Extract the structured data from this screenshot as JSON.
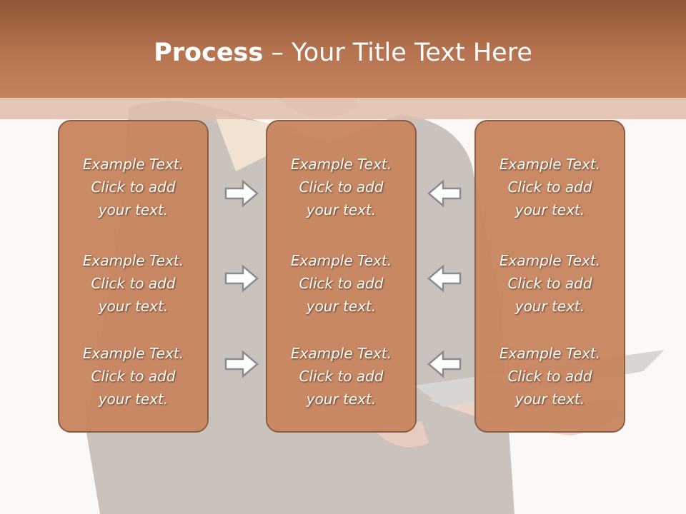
{
  "title": {
    "bold": "Process",
    "rest": " – Your Title Text Here"
  },
  "columns": [
    {
      "items": [
        "Example Text.\nClick  to add\nyour text.",
        "Example Text.\nClick  to add\nyour text.",
        "Example Text.\nClick  to add\nyour text."
      ]
    },
    {
      "items": [
        "Example Text.\nClick  to add\nyour text.",
        "Example Text.\nClick  to add\nyour text.",
        "Example Text.\nClick  to add\nyour text."
      ]
    },
    {
      "items": [
        "Example Text.\nClick  to add\nyour text.",
        "Example Text.\nClick  to add\nyour text.",
        "Example Text.\nClick  to add\nyour text."
      ]
    }
  ],
  "arrows": {
    "left": [
      "arrow-right-icon",
      "arrow-right-icon",
      "arrow-right-icon"
    ],
    "right": [
      "arrow-left-icon",
      "arrow-left-icon",
      "arrow-left-icon"
    ]
  },
  "colors": {
    "title_bar": "#b77450",
    "box_fill": "#c88761",
    "box_border": "#8a5a3e",
    "arrow_stroke": "#8c8c8c"
  }
}
